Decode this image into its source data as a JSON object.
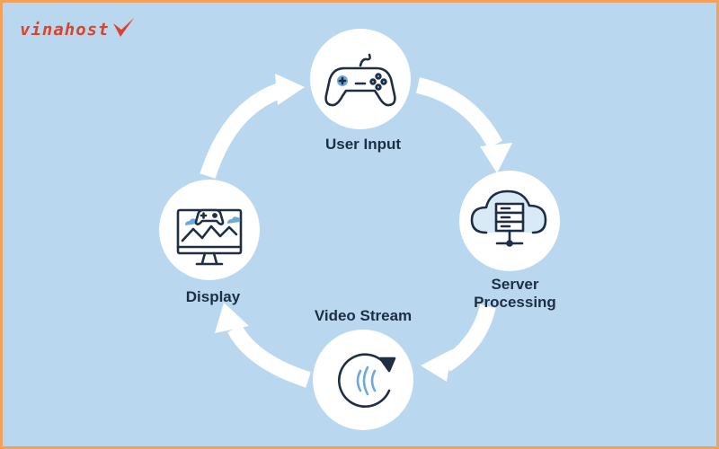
{
  "logo": {
    "text": "vinahost"
  },
  "nodes": {
    "user_input": {
      "label": "User Input",
      "icon": "gamepad-icon"
    },
    "server_processing": {
      "label": "Server Processing",
      "icon": "cloud-server-icon"
    },
    "video_stream": {
      "label": "Video Stream",
      "icon": "refresh-icon"
    },
    "display": {
      "label": "Display",
      "icon": "monitor-icon"
    }
  },
  "colors": {
    "background": "#b9d8ef",
    "border": "#f2a15a",
    "circle": "#ffffff",
    "icon_stroke": "#1e2e44",
    "icon_accent": "#6ea9d8",
    "logo": "#d9442b"
  }
}
